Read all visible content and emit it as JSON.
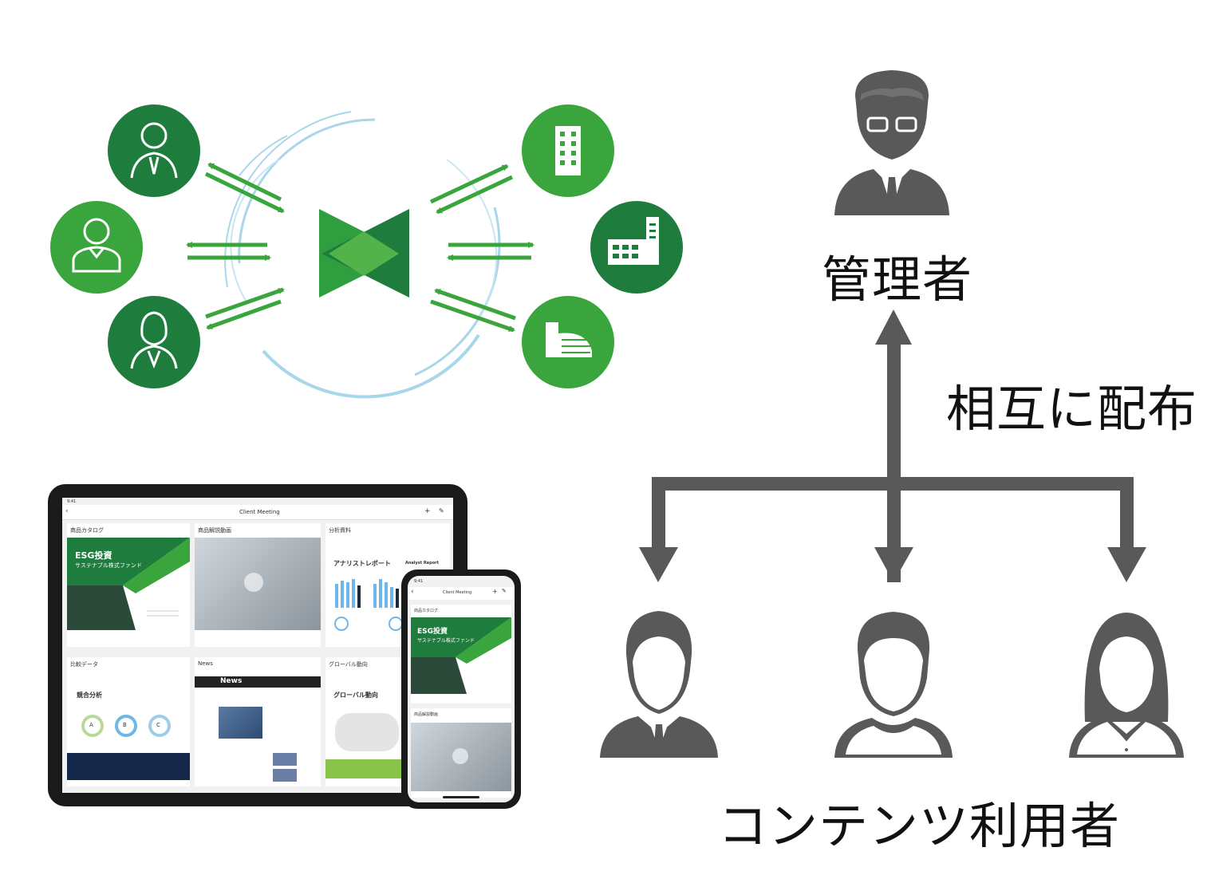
{
  "labels": {
    "admin": "管理者",
    "distribution": "相互に配布",
    "users": "コンテンツ利用者"
  },
  "tablet": {
    "time": "9:41",
    "title": "Client Meeting",
    "cards": [
      {
        "label": "商品カタログ"
      },
      {
        "label": "商品解説動画"
      },
      {
        "label": "分析資料"
      },
      {
        "label": "比較データ"
      },
      {
        "label": "News"
      },
      {
        "label": "グローバル動向"
      }
    ],
    "esg_title": "ESG投資",
    "esg_subtitle": "サステナブル株式ファンド",
    "analyst_title": "アナリストレポート",
    "analyst_en": "Analyst Report",
    "compare_title": "競合分析",
    "compare_items": [
      "A",
      "B",
      "C"
    ],
    "news_header": "News",
    "global_title": "グローバル動向"
  },
  "phone": {
    "time": "9:41",
    "title": "Client Meeting",
    "card1_label": "商品カタログ",
    "esg_title": "ESG投資",
    "esg_subtitle": "サステナブル株式ファンド",
    "card2_label": "商品解説動画"
  },
  "colors": {
    "dark_green": "#1e7d3c",
    "mid_green": "#3aa53c",
    "light_green": "#5cb85c",
    "gray": "#595959",
    "ring_blue": "#a9d6ea"
  },
  "icons": [
    "person-businessman-icon",
    "person-casual-icon",
    "person-businesswoman-icon",
    "tower-building-icon",
    "factory-building-icon",
    "office-building-icon",
    "hub-logo-icon"
  ]
}
